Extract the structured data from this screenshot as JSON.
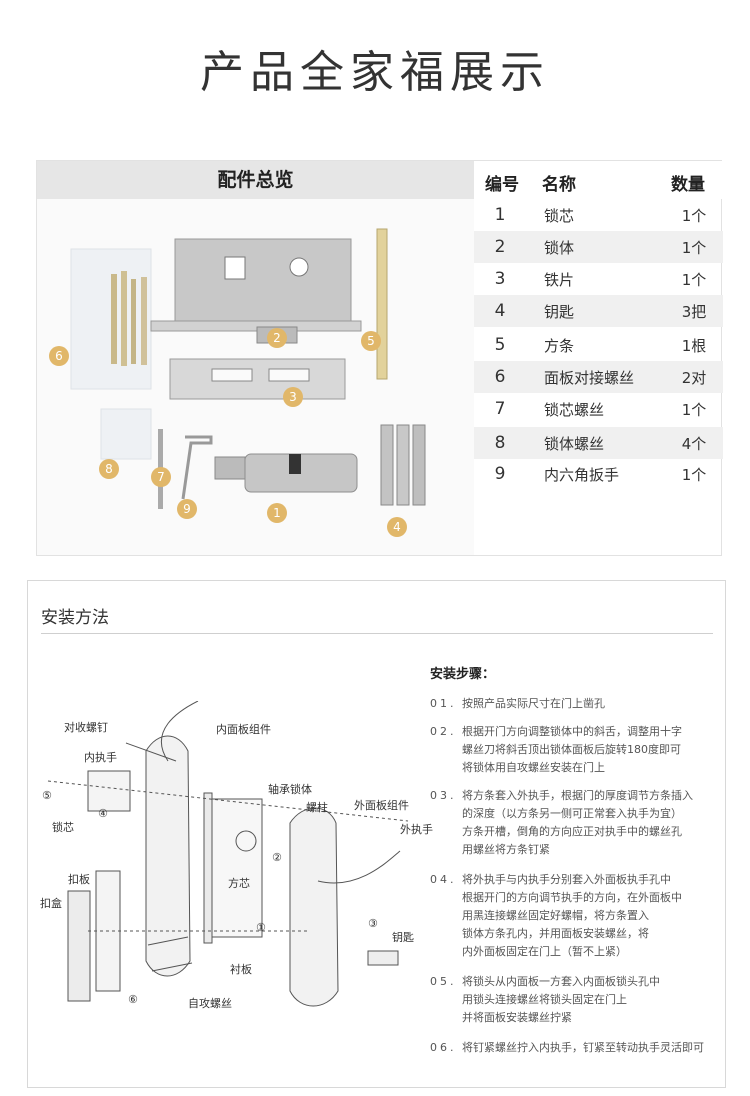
{
  "page_title": "产品全家福展示",
  "overview": {
    "header": "配件总览",
    "table_headers": {
      "num": "编号",
      "name": "名称",
      "qty": "数量"
    },
    "rows": [
      {
        "num": "1",
        "name": "锁芯",
        "qty": "1个"
      },
      {
        "num": "2",
        "name": "锁体",
        "qty": "1个"
      },
      {
        "num": "3",
        "name": "铁片",
        "qty": "1个"
      },
      {
        "num": "4",
        "name": "钥匙",
        "qty": "3把"
      },
      {
        "num": "5",
        "name": "方条",
        "qty": "1根"
      },
      {
        "num": "6",
        "name": "面板对接螺丝",
        "qty": "2对"
      },
      {
        "num": "7",
        "name": "锁芯螺丝",
        "qty": "1个"
      },
      {
        "num": "8",
        "name": "锁体螺丝",
        "qty": "4个"
      },
      {
        "num": "9",
        "name": "内六角扳手",
        "qty": "1个"
      }
    ],
    "badges": [
      "1",
      "2",
      "3",
      "4",
      "5",
      "6",
      "7",
      "8",
      "9"
    ]
  },
  "install": {
    "title": "安装方法",
    "steps_title": "安装步骤：",
    "steps": [
      {
        "n": "01.",
        "text": "按照产品实际尺寸在门上凿孔"
      },
      {
        "n": "02.",
        "text": "根据开门方向调整锁体中的斜舌，调整用十字\n螺丝刀将斜舌顶出锁体面板后旋转180度即可\n将锁体用自攻螺丝安装在门上"
      },
      {
        "n": "03.",
        "text": "将方条套入外执手，根据门的厚度调节方条插入\n的深度（以方条另一侧可正常套入执手为宜）\n方条开槽，倒角的方向应正对执手中的螺丝孔\n用螺丝将方条钉紧"
      },
      {
        "n": "04.",
        "text": "将外执手与内执手分别套入外面板执手孔中\n根据开门的方向调节执手的方向，在外面板中\n用黑连接螺丝固定好螺帽，将方条置入\n锁体方条孔内，并用面板安装螺丝，将\n内外面板固定在门上（暂不上紧）"
      },
      {
        "n": "05.",
        "text": "将锁头从内面板一方套入内面板锁头孔中\n用锁头连接螺丝将锁头固定在门上\n并将面板安装螺丝拧紧"
      },
      {
        "n": "06.",
        "text": "将钉紧螺丝拧入内执手，钉紧至转动执手灵活即可"
      }
    ],
    "labels": {
      "duishou": "对收螺钉",
      "neimianban": "内面板组件",
      "neizhishou": "内执手",
      "zhoucheng": "轴承锁体",
      "luozhu": "螺柱",
      "waimianban": "外面板组件",
      "waizhishou": "外执手",
      "suoxin": "锁芯",
      "kouban": "扣板",
      "kouhe": "扣盒",
      "fangxin": "方芯",
      "yaoshi": "钥匙",
      "chenban": "衬板",
      "zigong": "自攻螺丝",
      "c5": "⑤",
      "c4": "④",
      "c2": "②",
      "c1": "①",
      "c3": "③",
      "c6": "⑥"
    }
  }
}
